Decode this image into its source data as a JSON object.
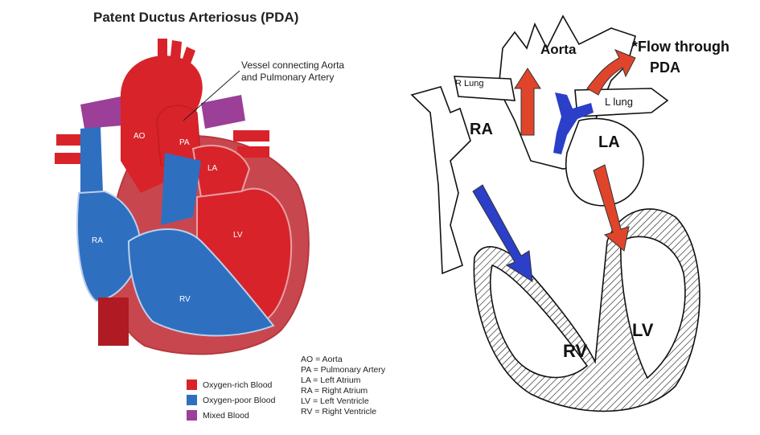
{
  "left": {
    "title": "Patent Ductus Arteriosus (PDA)",
    "callout": [
      "Vessel connecting Aorta",
      "and Pulmonary Artery"
    ],
    "labels": {
      "ao": "AO",
      "pa": "PA",
      "la": "LA",
      "lv": "LV",
      "ra": "RA",
      "rv": "RV"
    },
    "legend": [
      {
        "label": "Oxygen-rich Blood",
        "color": "#d8232a"
      },
      {
        "label": "Oxygen-poor Blood",
        "color": "#2f6fc0"
      },
      {
        "label": "Mixed Blood",
        "color": "#9b3f98"
      }
    ],
    "abbreviations": [
      "AO = Aorta",
      "PA = Pulmonary Artery",
      "LA = Left Atrium",
      "RA = Right Atrium",
      "LV = Left Ventricle",
      "RV = Right Ventricle"
    ]
  },
  "right": {
    "labels": {
      "aorta": "Aorta",
      "flow1": "*Flow through",
      "flow2": "PDA",
      "r_lung": "R Lung",
      "l_lung": "L lung",
      "ra": "RA",
      "la": "LA",
      "rv": "RV",
      "lv": "LV"
    },
    "colors": {
      "red_arrow": "#e0452b",
      "blue_arrow": "#2c3fc8"
    }
  }
}
